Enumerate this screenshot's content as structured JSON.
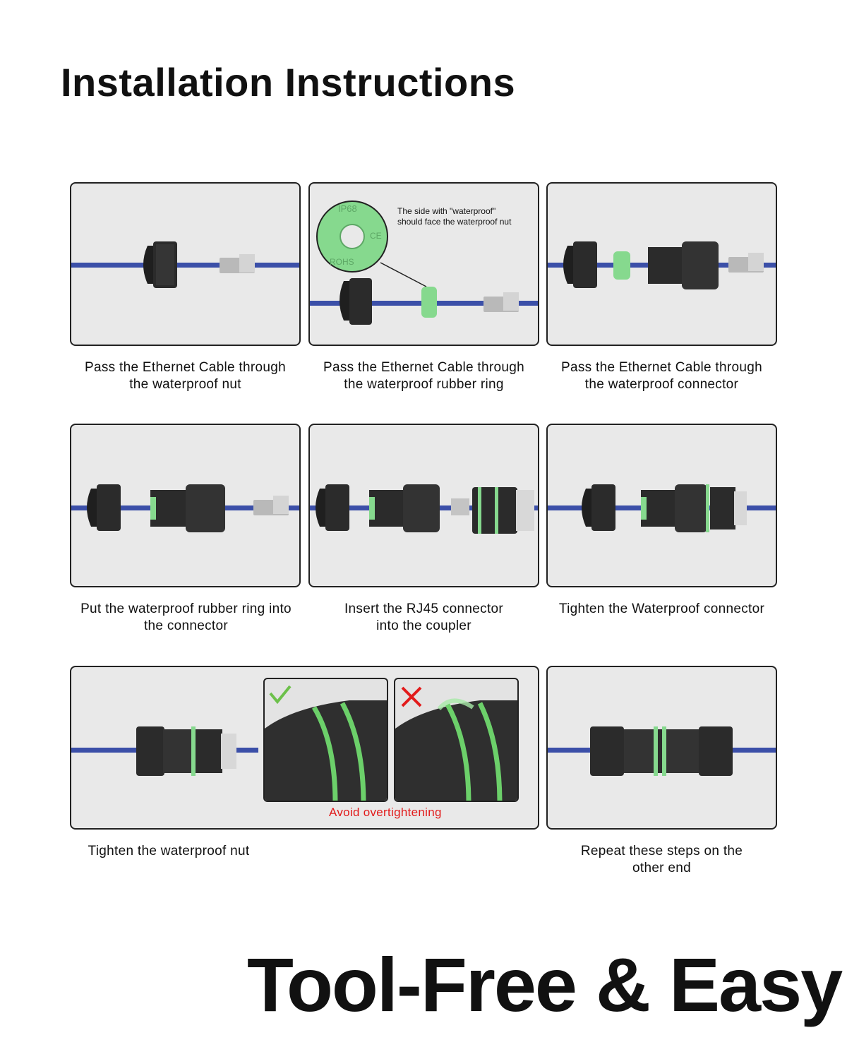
{
  "title": "Installation Instructions",
  "tagline": "Tool-Free & Easy",
  "steps": [
    {
      "line1": "Pass the Ethernet Cable through",
      "line2": "the waterproof nut"
    },
    {
      "line1": "Pass the Ethernet Cable through",
      "line2": "the waterproof rubber ring"
    },
    {
      "line1": "Pass the Ethernet Cable through",
      "line2": "the waterproof connector"
    },
    {
      "line1": "Put the waterproof rubber ring into",
      "line2": "the connector"
    },
    {
      "line1": "Insert the RJ45 connector",
      "line2": "into the coupler"
    },
    {
      "line1": "Tighten the Waterproof connector",
      "line2": ""
    },
    {
      "line1": "Tighten the waterproof nut",
      "line2": ""
    },
    {
      "line1": "Repeat these steps on the",
      "line2": "other end"
    }
  ],
  "ring_note": {
    "line1": "The side with \"waterproof\"",
    "line2": "should face the waterproof nut"
  },
  "ring_markings": {
    "ip": "IP68",
    "ce": "CE",
    "rohs": "ROHS"
  },
  "warning": "Avoid overtightening",
  "icons": {
    "correct": "check-mark-icon",
    "incorrect": "x-mark-icon"
  },
  "colors": {
    "cable": "#3b4fa8",
    "ring": "#86d98e",
    "connector": "#2b2b2b",
    "warning": "#e21b1b",
    "correct": "#6cc04a"
  }
}
